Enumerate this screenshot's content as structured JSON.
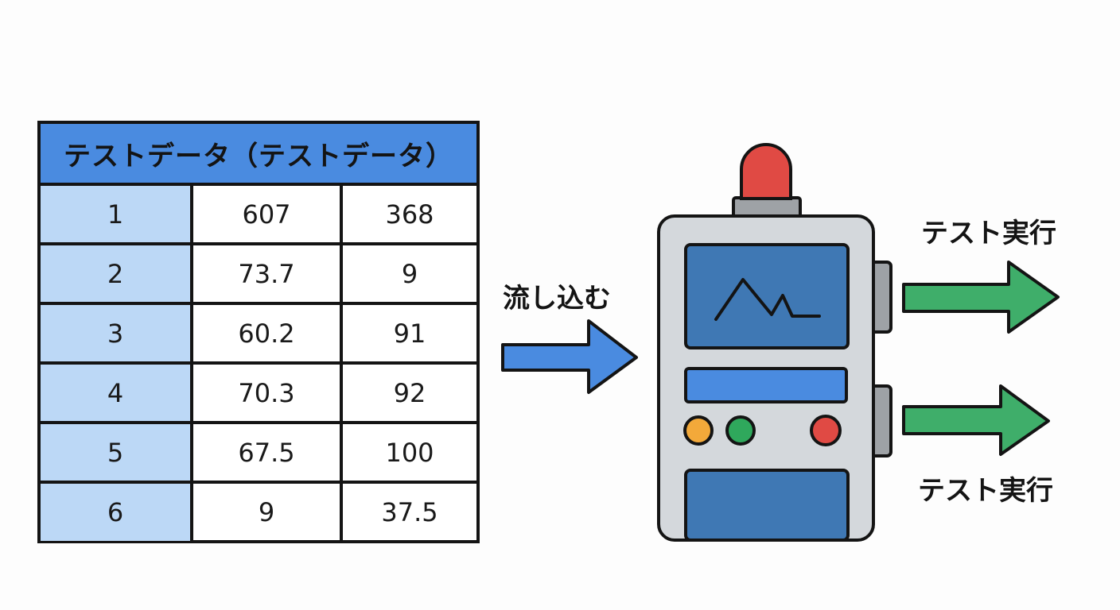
{
  "table": {
    "title": "テストデータ（テストデータ）",
    "rows": [
      [
        "1",
        "607",
        "368"
      ],
      [
        "2",
        "73.7",
        "9"
      ],
      [
        "3",
        "60.2",
        "91"
      ],
      [
        "4",
        "70.3",
        "92"
      ],
      [
        "5",
        "67.5",
        "100"
      ],
      [
        "6",
        "9",
        "37.5"
      ]
    ]
  },
  "labels": {
    "flow": "流し込む",
    "output_1": "テスト実行",
    "output_2": "テスト実行"
  },
  "colors": {
    "table_header": "#4a8be0",
    "index_column": "#bcd8f6",
    "input_arrow": "#4a8be0",
    "output_arrow": "#3fae6a",
    "device_body": "#d4d8dc",
    "device_screen": "#3f78b4",
    "indicator_light": "#e04a44",
    "button_orange": "#f3a93a",
    "button_green": "#2fa85c",
    "button_red": "#e04a44"
  },
  "icons": {
    "device": "test-machine-icon",
    "waveform": "waveform-icon"
  }
}
